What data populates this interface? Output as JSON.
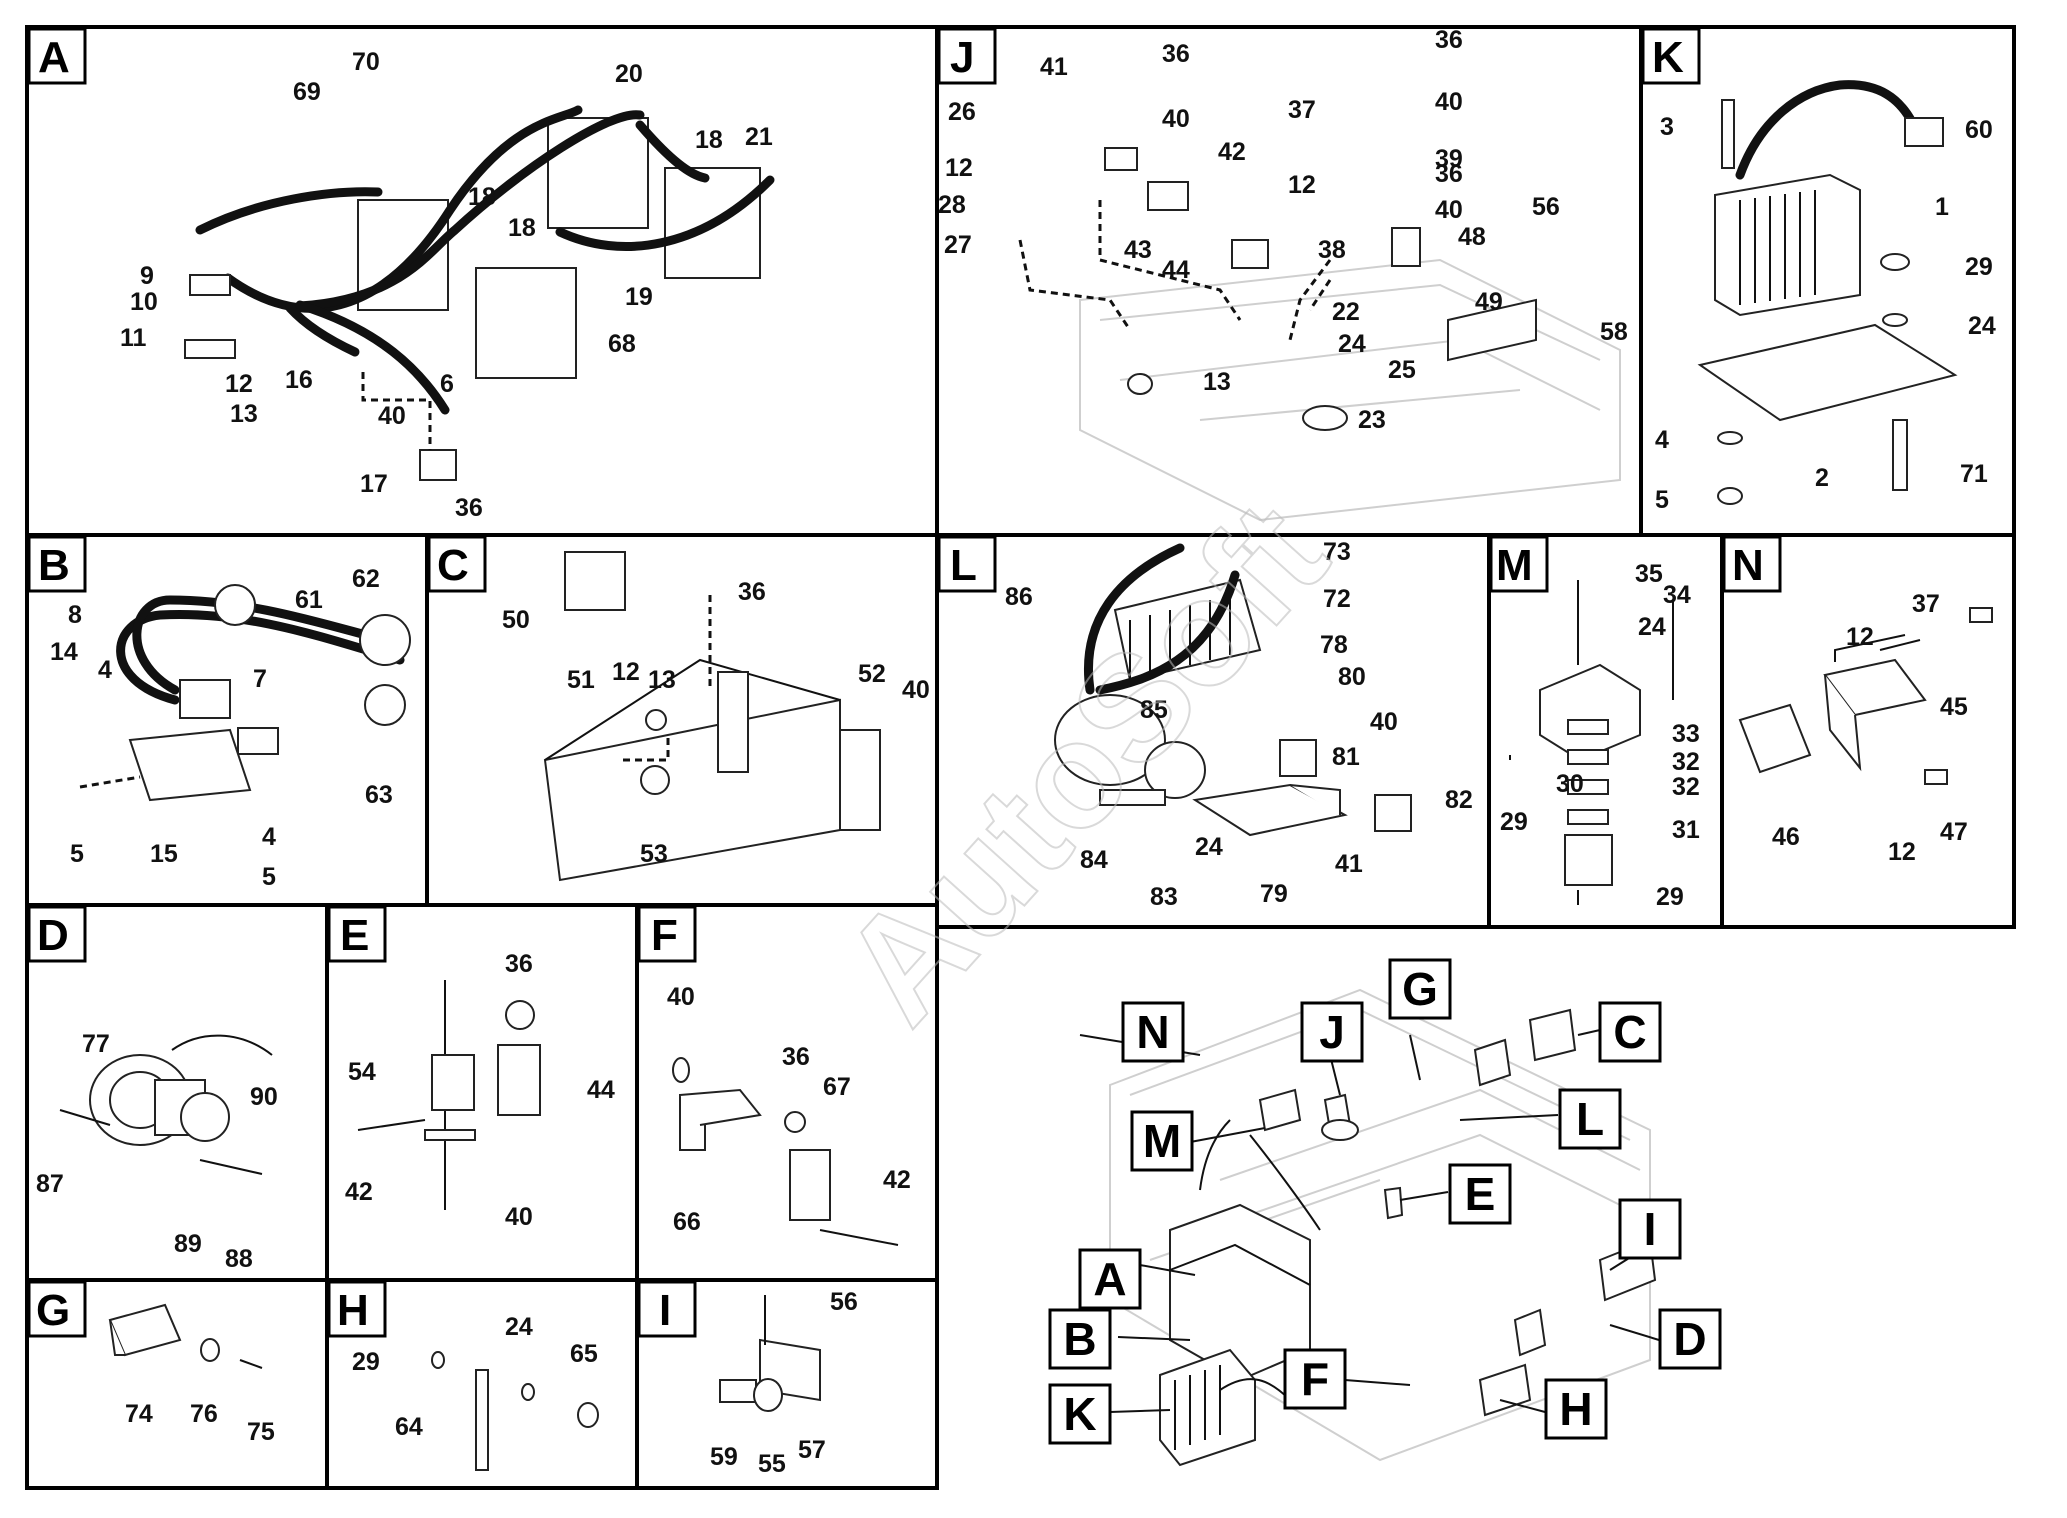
{
  "watermark": "AutoSoft",
  "panels": [
    {
      "id": "A",
      "label": "A",
      "callouts": [
        "70",
        "69",
        "20",
        "18",
        "21",
        "18",
        "18",
        "19",
        "9",
        "10",
        "11",
        "12",
        "13",
        "16",
        "6",
        "68",
        "40",
        "17",
        "36"
      ]
    },
    {
      "id": "J",
      "label": "J",
      "callouts": [
        "36",
        "41",
        "36",
        "26",
        "40",
        "37",
        "40",
        "42",
        "39",
        "12",
        "12",
        "36",
        "28",
        "40",
        "56",
        "27",
        "43",
        "44",
        "38",
        "48",
        "22",
        "49",
        "24",
        "58",
        "13",
        "25",
        "23"
      ]
    },
    {
      "id": "K",
      "label": "K",
      "callouts": [
        "3",
        "60",
        "1",
        "29",
        "24",
        "4",
        "2",
        "71",
        "5"
      ]
    },
    {
      "id": "B",
      "label": "B",
      "callouts": [
        "62",
        "61",
        "8",
        "14",
        "4",
        "7",
        "5",
        "15",
        "63",
        "4",
        "5"
      ]
    },
    {
      "id": "C",
      "label": "C",
      "callouts": [
        "36",
        "50",
        "51",
        "12",
        "13",
        "52",
        "40",
        "53"
      ]
    },
    {
      "id": "L",
      "label": "L",
      "callouts": [
        "73",
        "86",
        "72",
        "78",
        "80",
        "85",
        "40",
        "81",
        "82",
        "84",
        "24",
        "41",
        "79",
        "83"
      ]
    },
    {
      "id": "M",
      "label": "M",
      "callouts": [
        "35",
        "34",
        "24",
        "33",
        "32",
        "30",
        "32",
        "29",
        "31",
        "29"
      ]
    },
    {
      "id": "N",
      "label": "N",
      "callouts": [
        "37",
        "12",
        "45",
        "46",
        "12",
        "47"
      ]
    },
    {
      "id": "D",
      "label": "D",
      "callouts": [
        "77",
        "90",
        "87",
        "89",
        "88"
      ]
    },
    {
      "id": "E",
      "label": "E",
      "callouts": [
        "36",
        "54",
        "44",
        "42",
        "40"
      ]
    },
    {
      "id": "F",
      "label": "F",
      "callouts": [
        "40",
        "36",
        "67",
        "66",
        "42"
      ]
    },
    {
      "id": "G",
      "label": "G",
      "callouts": [
        "74",
        "76",
        "75"
      ]
    },
    {
      "id": "H",
      "label": "H",
      "callouts": [
        "24",
        "29",
        "65",
        "64"
      ]
    },
    {
      "id": "I",
      "label": "I",
      "callouts": [
        "56",
        "59",
        "55",
        "57"
      ]
    }
  ],
  "overview": {
    "labels": [
      "N",
      "J",
      "G",
      "C",
      "L",
      "M",
      "E",
      "I",
      "A",
      "D",
      "B",
      "F",
      "K",
      "H"
    ]
  }
}
